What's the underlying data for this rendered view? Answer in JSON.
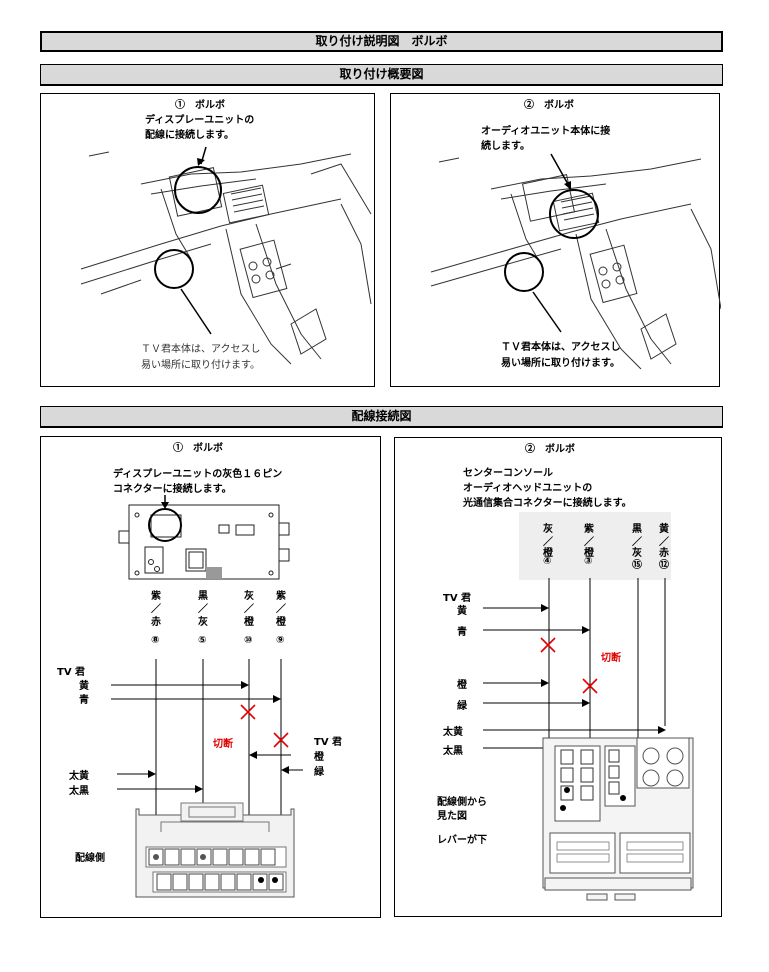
{
  "header": {
    "title": "取り付け説明図　ボルボ"
  },
  "sections": {
    "overview": "取り付け概要図",
    "wiring": "配線接続図"
  },
  "overview": {
    "left": {
      "heading": "①　ボルボ",
      "note1": "ディスプレーユニットの",
      "note2": "配線に接続します。",
      "tv_note1": "ＴＶ君本体は、アクセスし",
      "tv_note2": "易い場所に取り付けます。"
    },
    "right": {
      "heading": "②　ボルボ",
      "note1": "オーディオユニット本体に接",
      "note2": "続します。",
      "tv_note1": "ＴＶ君本体は、アクセスし",
      "tv_note2": "易い場所に取り付けます。"
    }
  },
  "wiring": {
    "left": {
      "heading": "①　ボルボ",
      "note1": "ディスプレーユニットの灰色１６ピン",
      "note2": "コネクターに接続します。",
      "pins": [
        {
          "top": "紫",
          "bottom": "赤",
          "num": "⑧"
        },
        {
          "top": "黒",
          "bottom": "灰",
          "num": "⑤"
        },
        {
          "top": "灰",
          "bottom": "橙",
          "num": "⑩"
        },
        {
          "top": "紫",
          "bottom": "橙",
          "num": "⑨"
        }
      ],
      "tv_label": "TV 君",
      "yellow": "黄",
      "blue": "青",
      "cut": "切断",
      "tv_label2": "TV 君",
      "orange": "橙",
      "green": "緑",
      "thick_yellow": "太黄",
      "thick_black": "太黒",
      "wiring_side": "配線側"
    },
    "right": {
      "heading": "②　ボルボ",
      "note1": "センターコンソール",
      "note2": "オーディオヘッドユニットの",
      "note3": "光通信集合コネクターに接続します。",
      "pins": [
        {
          "top": "灰",
          "bottom": "橙",
          "num": "④"
        },
        {
          "top": "紫",
          "bottom": "橙",
          "num": "③"
        },
        {
          "top": "黒",
          "bottom": "灰",
          "num": "⑮"
        },
        {
          "top": "黄",
          "bottom": "赤",
          "num": "⑫"
        }
      ],
      "tv_label": "TV 君",
      "yellow": "黄",
      "blue": "青",
      "cut": "切断",
      "orange": "橙",
      "green": "緑",
      "thick_yellow": "太黄",
      "thick_black": "太黒",
      "view1": "配線側から",
      "view2": "見た図",
      "lever": "レバーが下"
    }
  }
}
